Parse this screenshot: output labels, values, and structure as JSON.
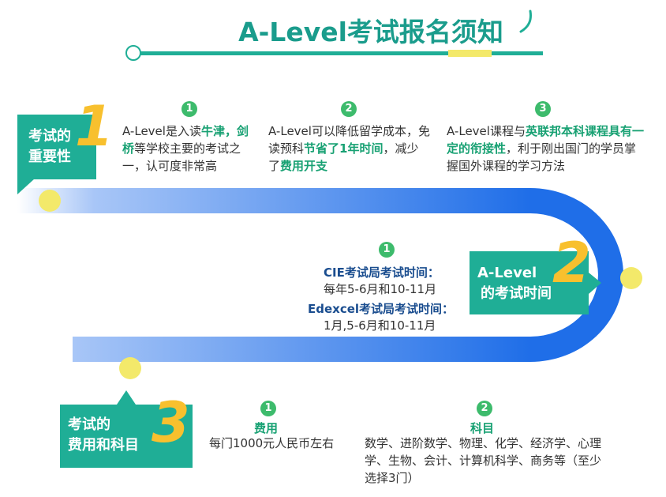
{
  "title": "A-Level考试报名须知",
  "colors": {
    "teal": "#1fae96",
    "green": "#18a173",
    "blue": "#1f6ee8",
    "yellow": "#f8c02e"
  },
  "section1": {
    "tag_line1": "考试的",
    "tag_line2": "重要性",
    "number": "1",
    "points": [
      {
        "num": "1",
        "parts": [
          {
            "t": "A-Level是入读",
            "b": false
          },
          {
            "t": "牛津，剑桥",
            "b": true
          },
          {
            "t": "等学校主要的考试之一，认可度非常高",
            "b": false
          }
        ]
      },
      {
        "num": "2",
        "parts": [
          {
            "t": "A-Level可以降低留学成本，免读预科",
            "b": false
          },
          {
            "t": "节省了1年时间",
            "b": true
          },
          {
            "t": "，减少了",
            "b": false
          },
          {
            "t": "费用开支",
            "b": true
          }
        ]
      },
      {
        "num": "3",
        "parts": [
          {
            "t": "A-Level课程与",
            "b": false
          },
          {
            "t": "英联邦本科课程具有一定的衔接性",
            "b": true
          },
          {
            "t": "，利于刚出国门的学员掌握国外课程的学习方法",
            "b": false
          }
        ]
      }
    ]
  },
  "section2": {
    "tag_line1": "A-Level",
    "tag_line2": "的考试时间",
    "number": "2",
    "point_num": "1",
    "cie_label": "CIE考试局考试时间：",
    "cie_time": "每年5-6月和10-11月",
    "edexcel_label": "Edexcel考试局考试时间：",
    "edexcel_time": "1月,5-6月和10-11月"
  },
  "section3": {
    "tag_line1": "考试的",
    "tag_line2": "费用和科目",
    "number": "3",
    "fee": {
      "num": "1",
      "label": "费用",
      "value": "每门1000元人民币左右"
    },
    "subjects": {
      "num": "2",
      "label": "科目",
      "value": "数学、进阶数学、物理、化学、经济学、心理学、生物、会计、计算机科学、商务等（至少选择3门）"
    }
  }
}
